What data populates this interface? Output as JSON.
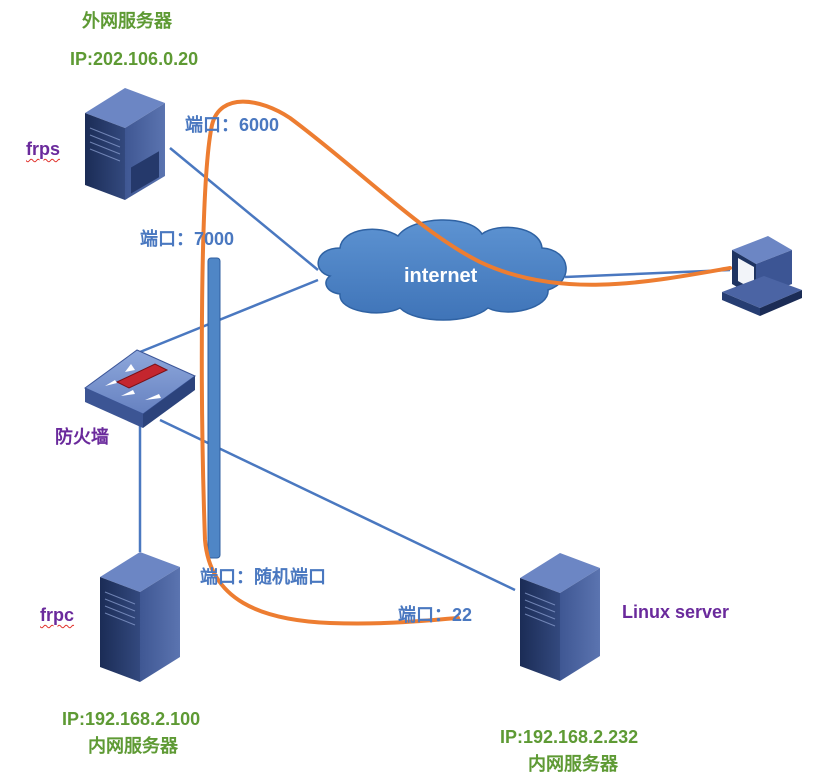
{
  "external_server": {
    "title": "外网服务器",
    "ip": "IP:202.106.0.20",
    "role": "frps"
  },
  "ports": {
    "p6000": "端口：6000",
    "p7000": "端口：7000",
    "random": "端口：随机端口",
    "p22": "端口：22"
  },
  "internet": {
    "label": "internet"
  },
  "firewall": {
    "label": "防火墙"
  },
  "frpc_server": {
    "role": "frpc",
    "ip": "IP:192.168.2.100",
    "title": "内网服务器"
  },
  "linux_server": {
    "name": "Linux server",
    "ip": "IP:192.168.2.232",
    "title": "内网服务器"
  },
  "colors": {
    "link": "#4a78c0",
    "traffic_path": "#ed7d31",
    "cloud": "#4f86c6",
    "green_text": "#5e9a34",
    "purple_text": "#6a2a9c",
    "blue_text": "#4a78c0"
  }
}
